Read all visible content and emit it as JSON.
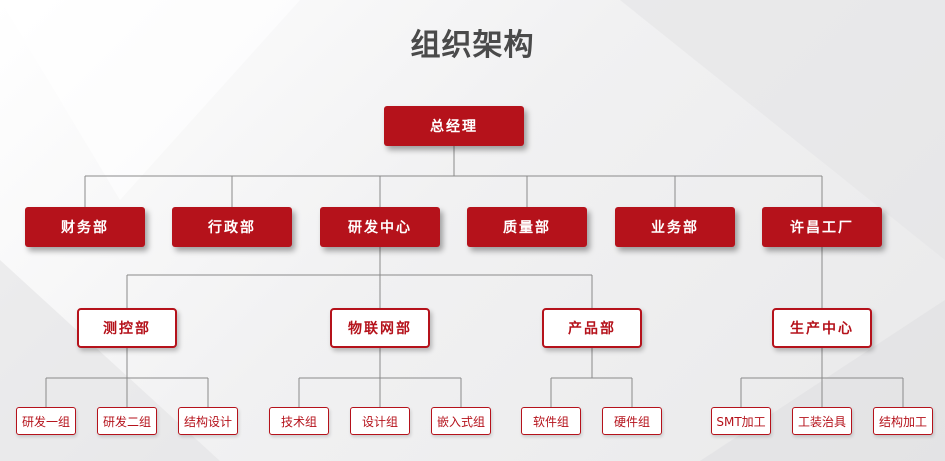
{
  "title": "组织架构",
  "root": "总经理",
  "departments": [
    "财务部",
    "行政部",
    "研发中心",
    "质量部",
    "业务部",
    "许昌工厂"
  ],
  "centers": [
    "测控部",
    "物联网部",
    "产品部",
    "生产中心"
  ],
  "teams": {
    "cekong": [
      "研发一组",
      "研发二组",
      "结构设计"
    ],
    "wulianwang": [
      "技术组",
      "设计组",
      "嵌入式组"
    ],
    "chanpin": [
      "软件组",
      "硬件组"
    ],
    "shengchan": [
      "SMT加工",
      "工装治具",
      "结构加工"
    ]
  },
  "colors": {
    "accent": "#b5121b",
    "line": "#8a8a8a",
    "title": "#4a4a4a"
  }
}
